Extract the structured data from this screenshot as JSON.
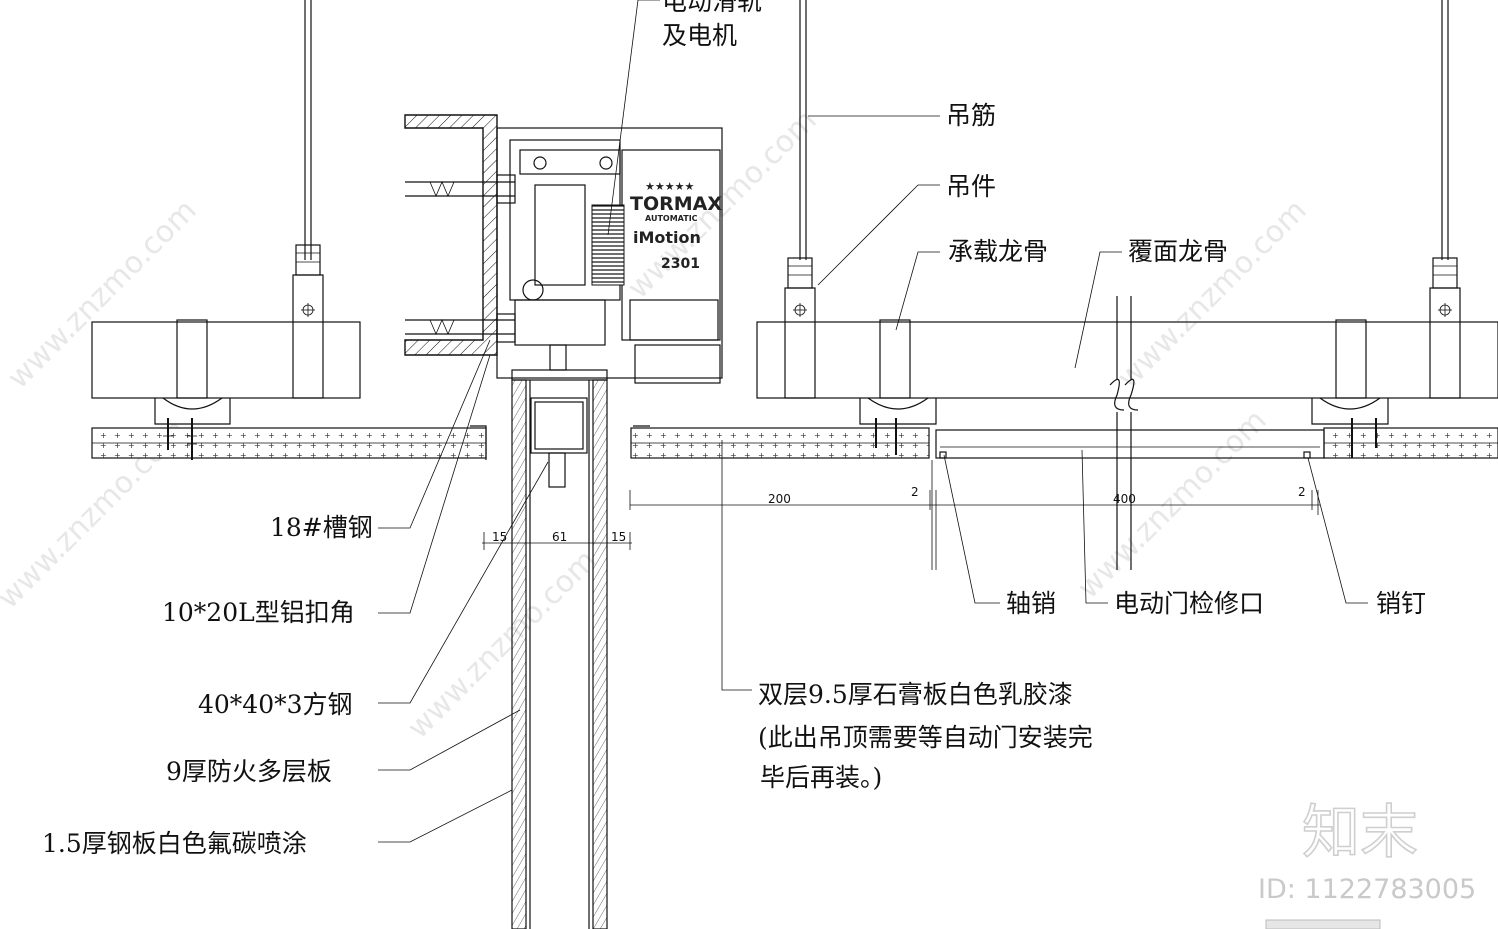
{
  "labels": {
    "motor_rail": [
      "电动滑轨",
      "及电机"
    ],
    "hanger_rod": "吊筋",
    "hanger": "吊件",
    "main_runner": "承载龙骨",
    "cover_runner": "覆面龙骨",
    "channel_steel": "18#槽钢",
    "alu_angle": "10*20L型铝扣角",
    "square_steel": "40*40*3方钢",
    "fire_board": "9厚防火多层板",
    "steel_plate": "1.5厚钢板白色氟碳喷涂",
    "pivot_pin": "轴销",
    "access_hatch": "电动门检修口",
    "pin": "销钉",
    "gypsum_note": [
      "双层9.5厚石膏板白色乳胶漆",
      "(此出吊顶需要等自动门安装完",
      "毕后再装。)"
    ]
  },
  "dimensions": {
    "d200": "200",
    "d2a": "2",
    "d400": "400",
    "d2b": "2",
    "d15a": "15",
    "d61": "61",
    "d15b": "15"
  },
  "motor_unit": {
    "stars": "★★★★★",
    "brand": "TORMAX",
    "sub": "AUTOMATIC",
    "model": "iMotion",
    "number": "2301"
  },
  "watermark": {
    "site": "www.znzmo.com",
    "logo": "知末",
    "id": "ID: 1122783005"
  }
}
